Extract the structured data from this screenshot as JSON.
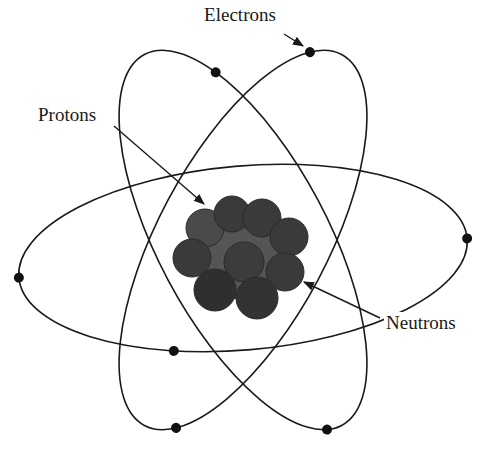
{
  "diagram": {
    "labels": [
      "Electrons",
      "Protons",
      "Neutrons"
    ]
  }
}
